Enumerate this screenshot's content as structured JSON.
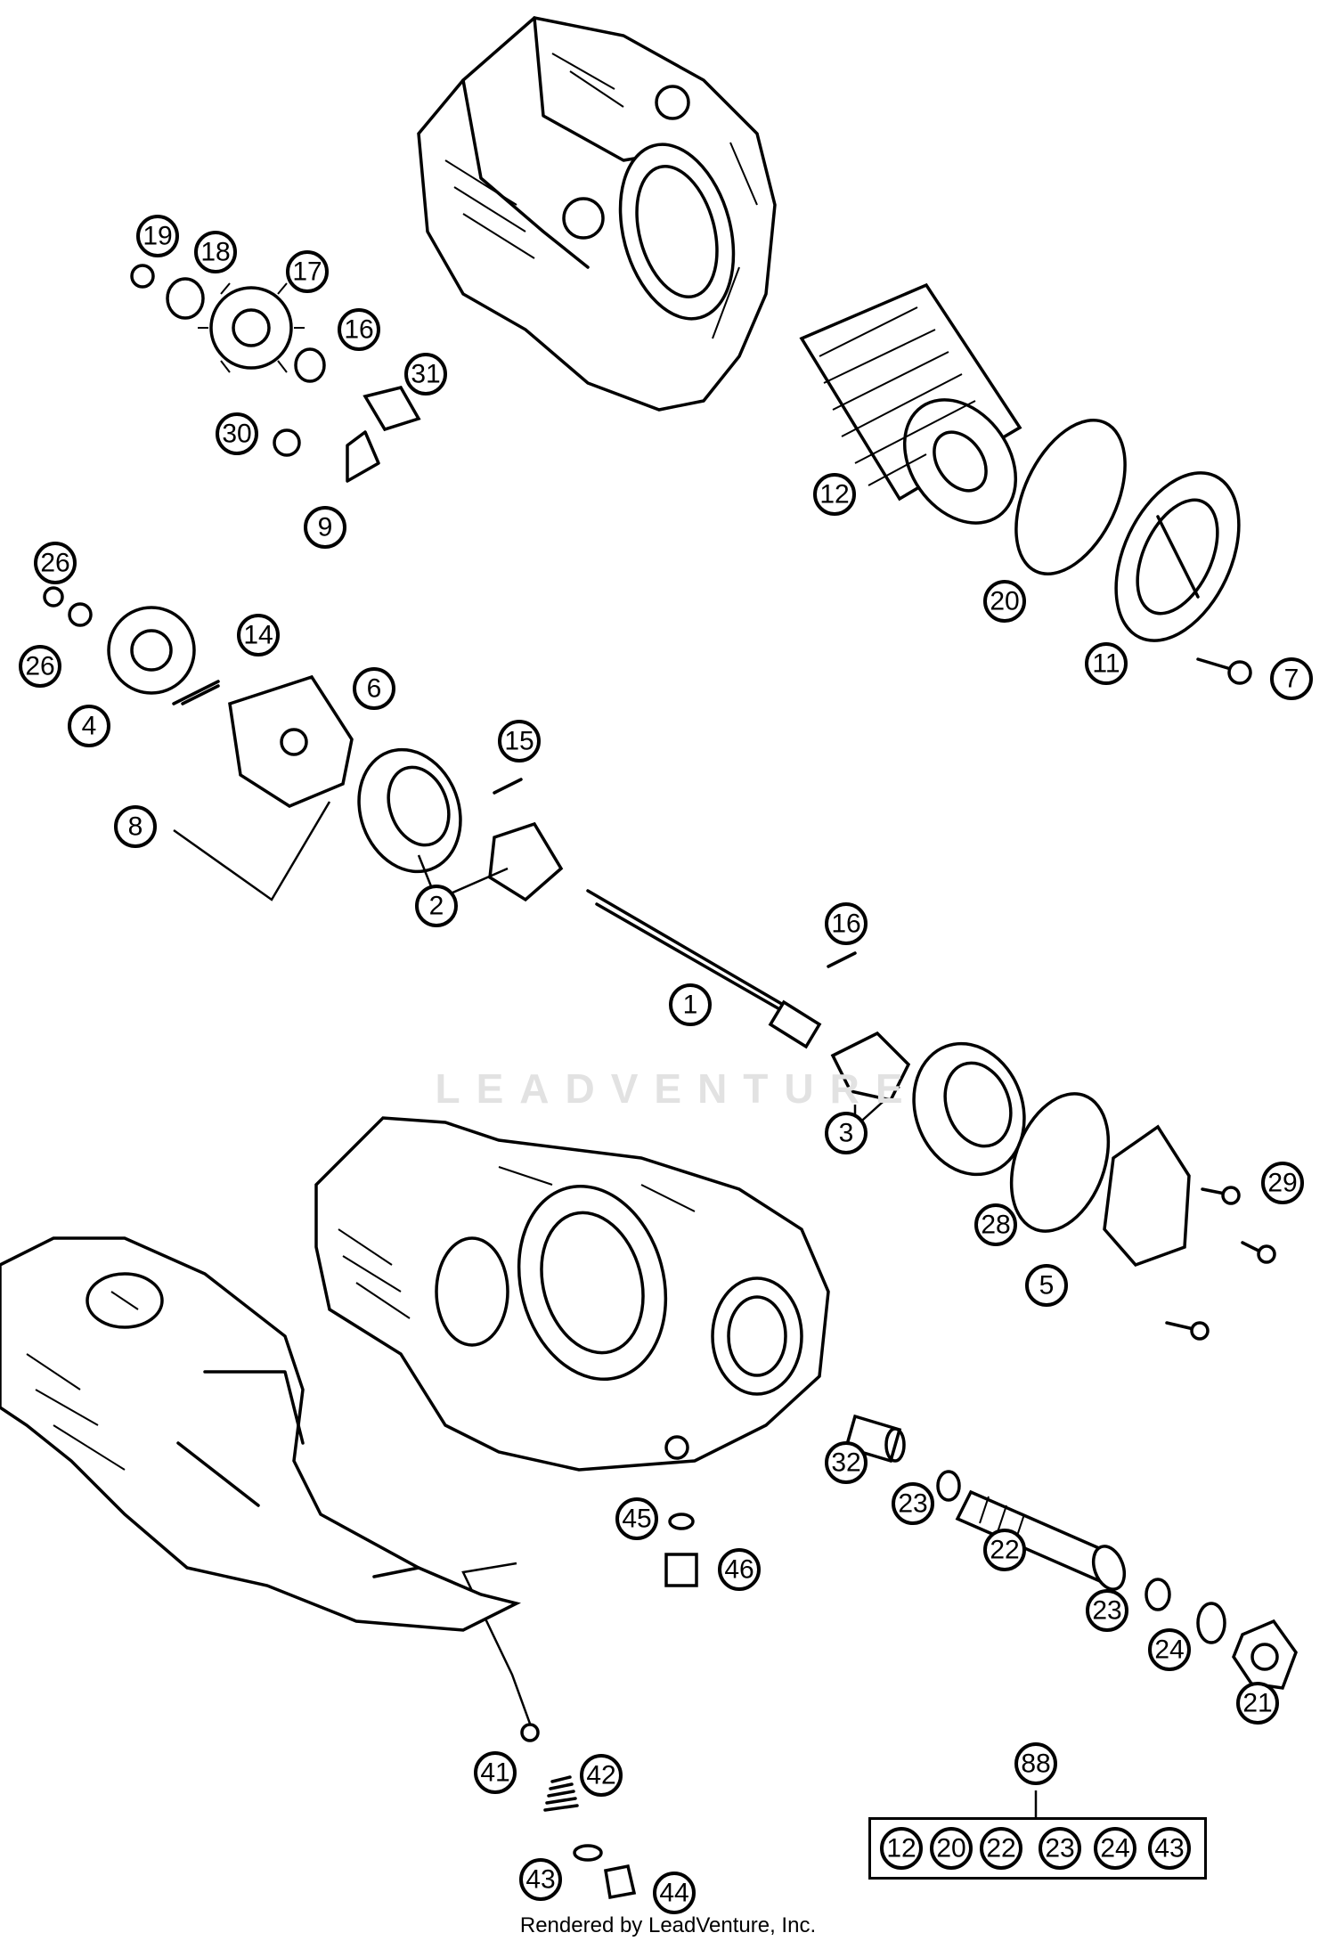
{
  "callouts": [
    {
      "label": "19"
    },
    {
      "label": "18"
    },
    {
      "label": "17"
    },
    {
      "label": "16"
    },
    {
      "label": "31"
    },
    {
      "label": "30"
    },
    {
      "label": "9"
    },
    {
      "label": "12"
    },
    {
      "label": "20"
    },
    {
      "label": "11"
    },
    {
      "label": "7"
    },
    {
      "label": "26"
    },
    {
      "label": "26"
    },
    {
      "label": "14"
    },
    {
      "label": "6"
    },
    {
      "label": "4"
    },
    {
      "label": "15"
    },
    {
      "label": "8"
    },
    {
      "label": "2"
    },
    {
      "label": "16"
    },
    {
      "label": "1"
    },
    {
      "label": "3"
    },
    {
      "label": "29"
    },
    {
      "label": "28"
    },
    {
      "label": "5"
    },
    {
      "label": "32"
    },
    {
      "label": "23"
    },
    {
      "label": "45"
    },
    {
      "label": "22"
    },
    {
      "label": "46"
    },
    {
      "label": "23"
    },
    {
      "label": "24"
    },
    {
      "label": "21"
    },
    {
      "label": "41"
    },
    {
      "label": "42"
    },
    {
      "label": "43"
    },
    {
      "label": "44"
    },
    {
      "label": "88"
    }
  ],
  "kit": {
    "label": "88",
    "items": [
      "12",
      "20",
      "22",
      "23",
      "24",
      "43"
    ]
  },
  "watermark": "LEADVENTURE",
  "credit": "Rendered by LeadVenture, Inc."
}
